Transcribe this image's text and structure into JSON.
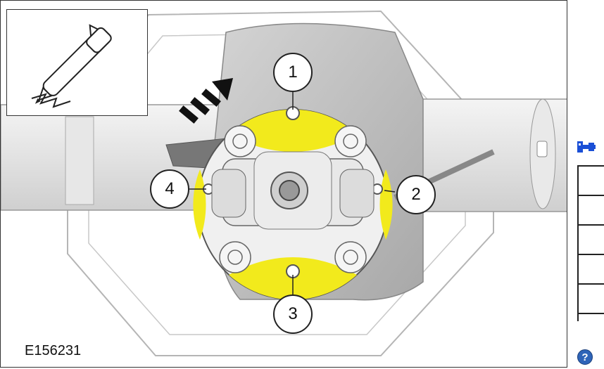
{
  "figure": {
    "id_label": "E156231",
    "callouts": [
      {
        "number": "1"
      },
      {
        "number": "2"
      },
      {
        "number": "3"
      },
      {
        "number": "4"
      }
    ],
    "highlight_color": "#f2ea1c",
    "inset_icon": "marker-pen-icon"
  },
  "side_panel": {
    "torque_icon": "torque-wrench-icon",
    "torque_icon_color": "#1a4fd6",
    "spec_rows": 5,
    "help_icon": "help-icon",
    "help_label": "?"
  }
}
